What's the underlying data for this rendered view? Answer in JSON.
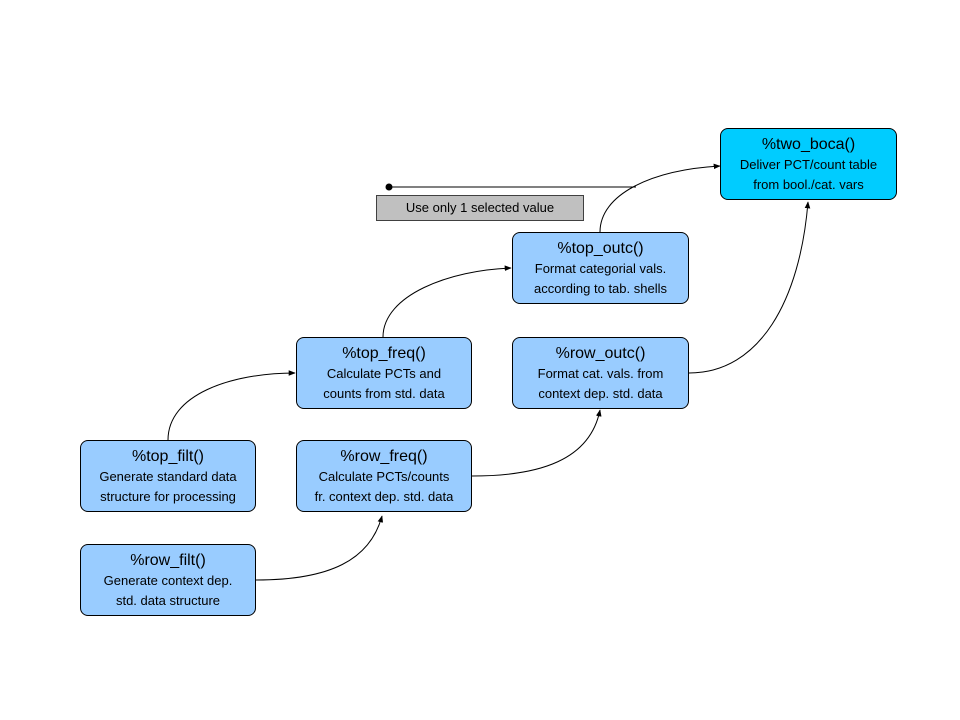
{
  "nodes": {
    "row_filt": {
      "title": "%row_filt()",
      "line1": "Generate context dep.",
      "line2": "std. data structure"
    },
    "top_filt": {
      "title": "%top_filt()",
      "line1": "Generate standard data",
      "line2": "structure for processing"
    },
    "row_freq": {
      "title": "%row_freq()",
      "line1": "Calculate PCTs/counts",
      "line2": "fr. context dep. std. data"
    },
    "top_freq": {
      "title": "%top_freq()",
      "line1": "Calculate PCTs and",
      "line2": "counts from std. data"
    },
    "row_outc": {
      "title": "%row_outc()",
      "line1": "Format cat. vals. from",
      "line2": "context dep. std. data"
    },
    "top_outc": {
      "title": "%top_outc()",
      "line1": "Format categorial vals.",
      "line2": "according to tab. shells"
    },
    "two_boca": {
      "title": "%two_boca()",
      "line1": "Deliver PCT/count table",
      "line2": "from bool./cat. vars"
    }
  },
  "note": {
    "label": "Use only 1 selected value"
  },
  "colors": {
    "node_fill": "#99ccff",
    "final_node_fill": "#00ccff",
    "note_fill": "#c0c0c0",
    "line": "#000000"
  }
}
